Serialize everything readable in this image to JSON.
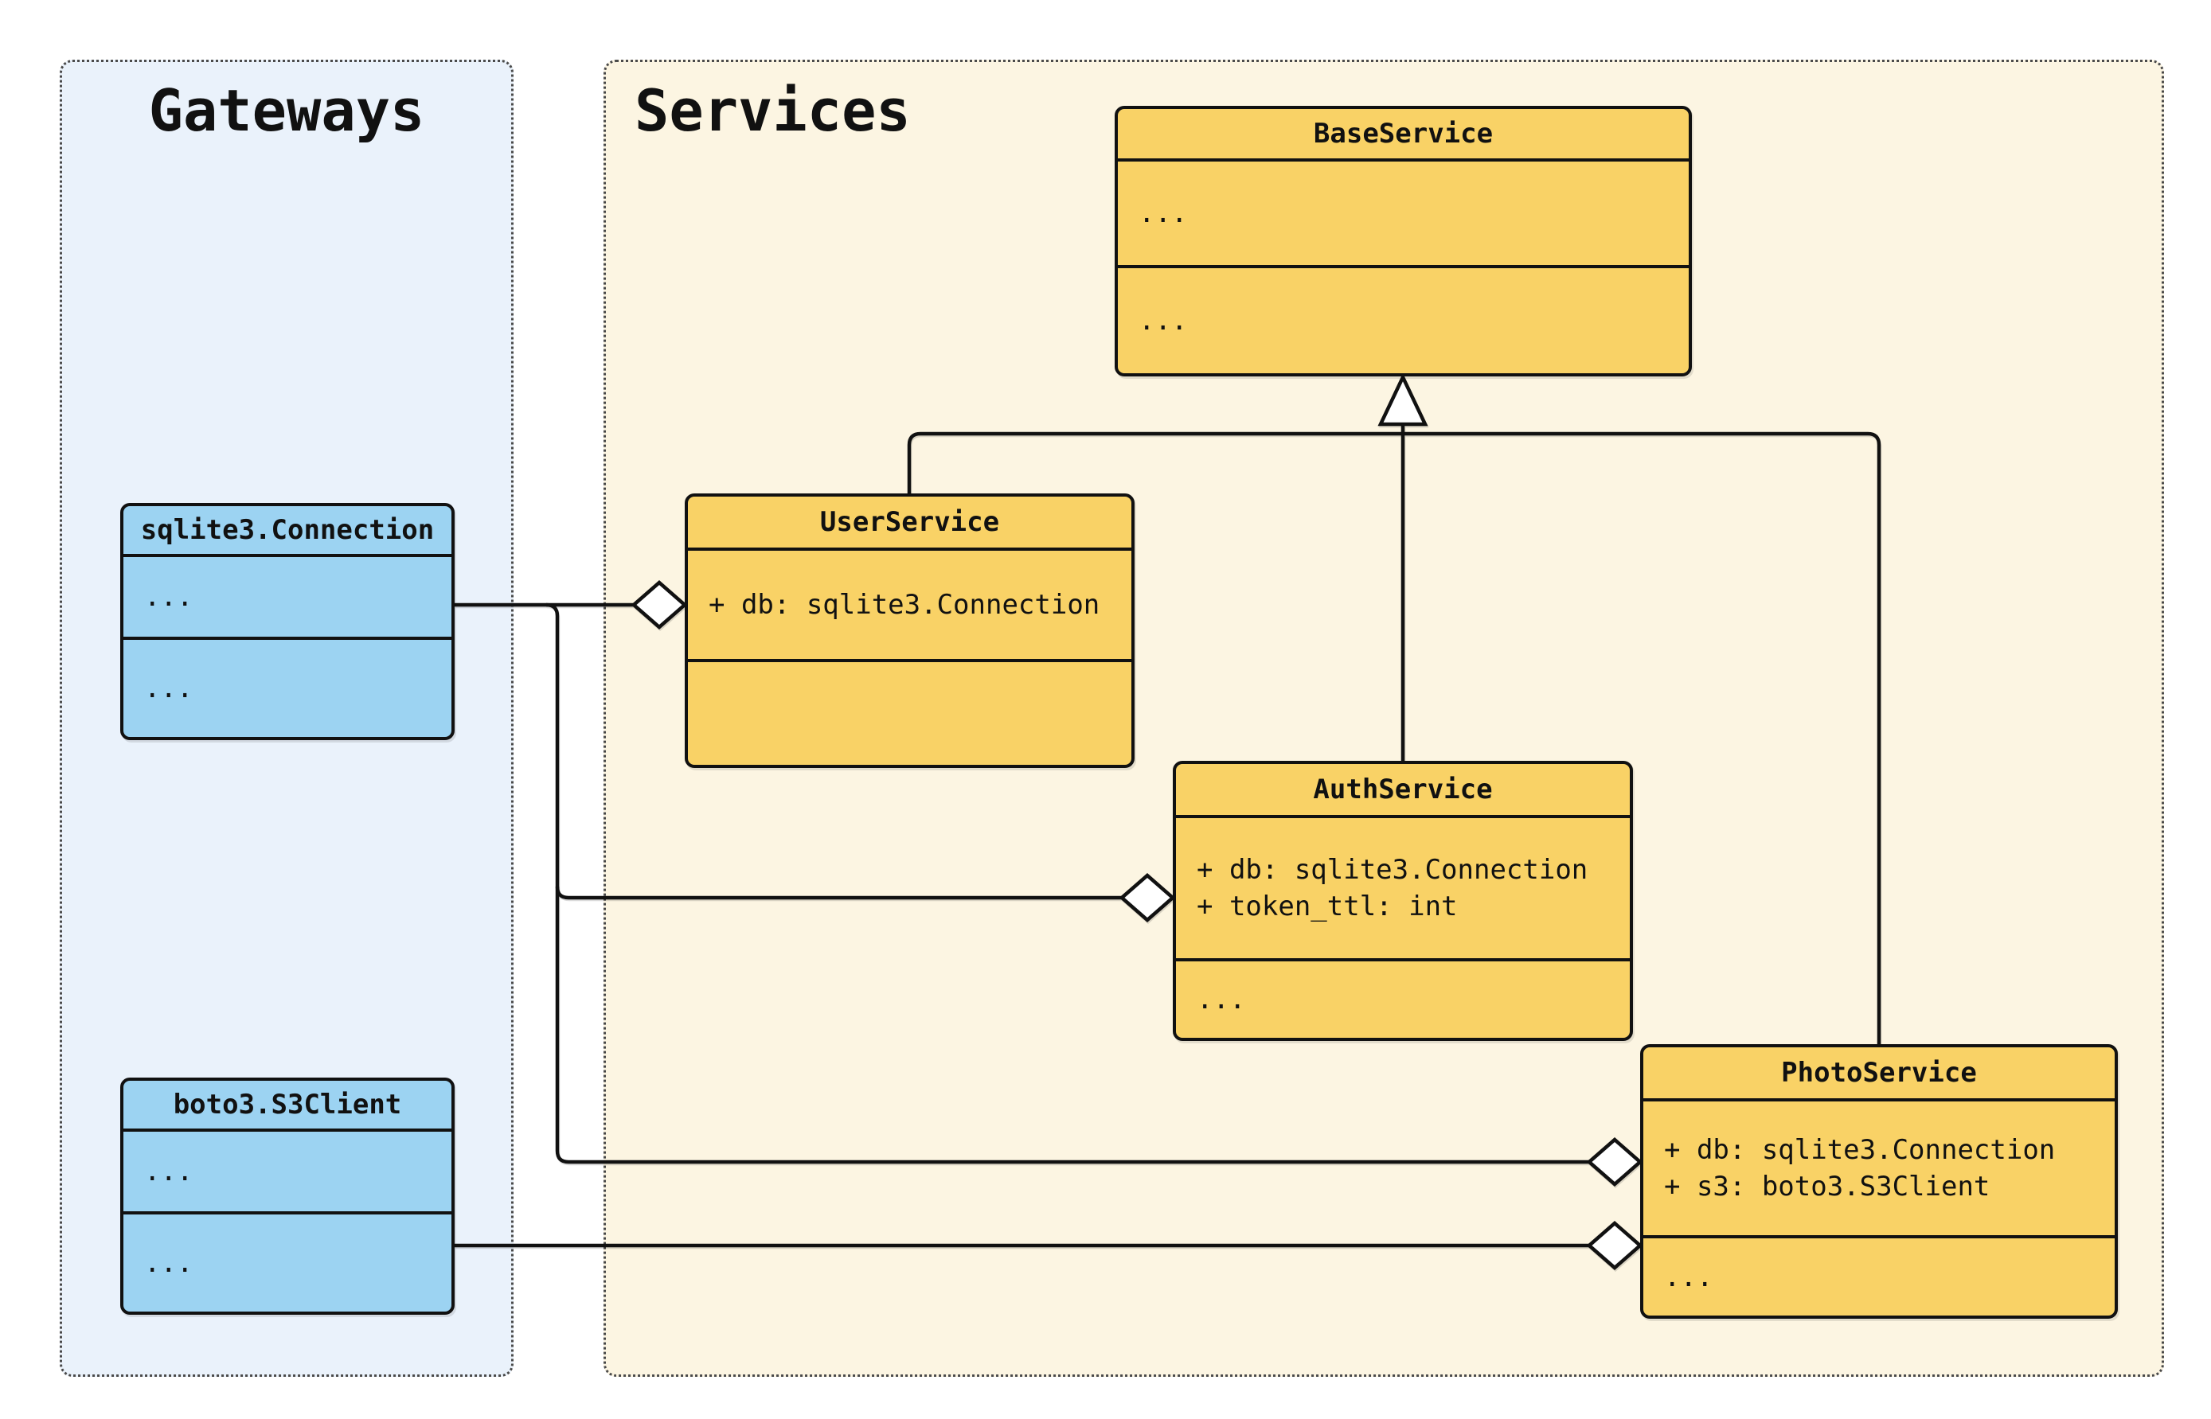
{
  "colors": {
    "canvas_bg": "#ffffff",
    "gateways_panel_bg": "#eaf2fb",
    "services_panel_bg": "#fcf5e2",
    "gateway_class_fill": "#9cd3f2",
    "service_class_fill": "#f9d266",
    "line_color": "#111111"
  },
  "panels": {
    "gateways": {
      "title": "Gateways"
    },
    "services": {
      "title": "Services"
    }
  },
  "classes": {
    "base": {
      "title": "BaseService",
      "attributes": [
        "..."
      ],
      "methods": [
        "..."
      ]
    },
    "user": {
      "title": "UserService",
      "attributes": [
        "+ db: sqlite3.Connection"
      ],
      "methods": []
    },
    "auth": {
      "title": "AuthService",
      "attributes": [
        "+ db: sqlite3.Connection",
        "+ token_ttl: int"
      ],
      "methods": [
        "..."
      ]
    },
    "photo": {
      "title": "PhotoService",
      "attributes": [
        "+ db: sqlite3.Connection",
        "+ s3: boto3.S3Client"
      ],
      "methods": [
        "..."
      ]
    },
    "sqlite": {
      "title": "sqlite3.Connection",
      "attributes": [
        "..."
      ],
      "methods": [
        "..."
      ]
    },
    "boto": {
      "title": "boto3.S3Client",
      "attributes": [
        "..."
      ],
      "methods": [
        "..."
      ]
    }
  },
  "relations": [
    {
      "from": "UserService",
      "to": "BaseService",
      "type": "inheritance"
    },
    {
      "from": "AuthService",
      "to": "BaseService",
      "type": "inheritance"
    },
    {
      "from": "PhotoService",
      "to": "BaseService",
      "type": "inheritance"
    },
    {
      "from": "sqlite3.Connection",
      "to": "UserService",
      "type": "aggregation"
    },
    {
      "from": "sqlite3.Connection",
      "to": "AuthService",
      "type": "aggregation"
    },
    {
      "from": "sqlite3.Connection",
      "to": "PhotoService",
      "type": "aggregation"
    },
    {
      "from": "boto3.S3Client",
      "to": "PhotoService",
      "type": "aggregation"
    }
  ]
}
